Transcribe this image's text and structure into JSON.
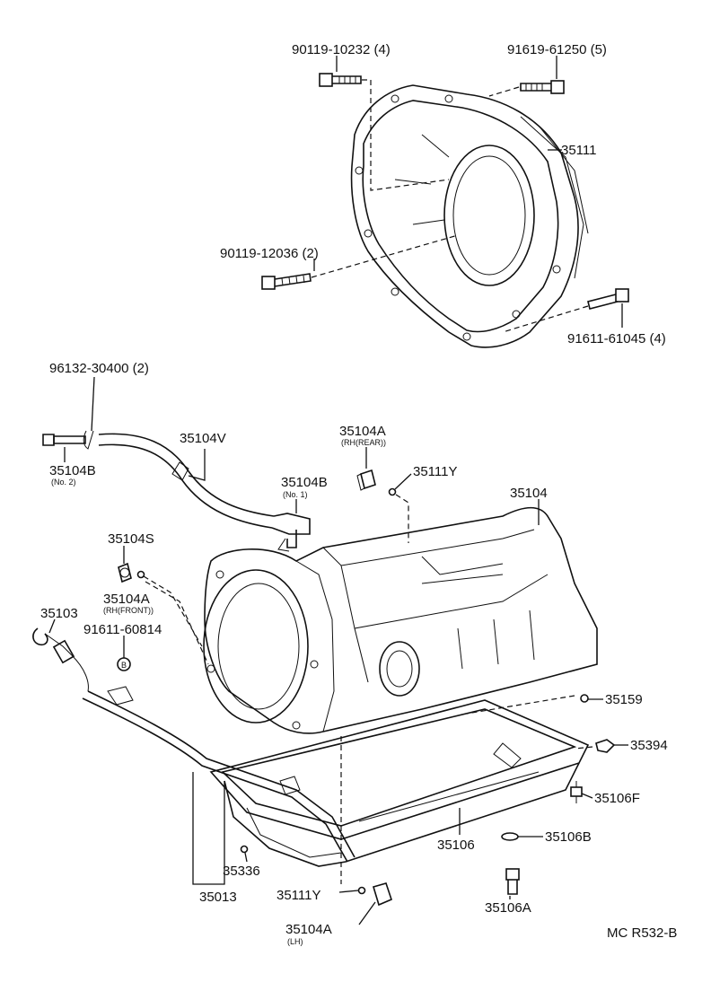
{
  "labels": {
    "p_90119_10232": "90119-10232 (4)",
    "p_91619_61250": "91619-61250 (5)",
    "p_35111": "35111",
    "p_90119_12036": "90119-12036 (2)",
    "p_91611_61045": "91611-61045 (4)",
    "p_96132_30400": "96132-30400 (2)",
    "p_35104V": "35104V",
    "p_35104A_rhrear": "35104A",
    "p_35104A_rhrear_sub": "(RH(REAR))",
    "p_35111Y_top": "35111Y",
    "p_35104B_no2": "35104B",
    "p_35104B_no2_sub": "(No. 2)",
    "p_35104B_no1": "35104B",
    "p_35104B_no1_sub": "(No. 1)",
    "p_35104": "35104",
    "p_35104S": "35104S",
    "p_35104A_rhfront": "35104A",
    "p_35104A_rhfront_sub": "(RH(FRONT))",
    "p_35103": "35103",
    "p_91611_60814": "91611-60814",
    "p_B_circle": "B",
    "p_35159": "35159",
    "p_35394": "35394",
    "p_35106F": "35106F",
    "p_35106B": "35106B",
    "p_35106": "35106",
    "p_35336": "35336",
    "p_35013": "35013",
    "p_35111Y_bottom": "35111Y",
    "p_35104A_lh": "35104A",
    "p_35104A_lh_sub": "(LH)",
    "p_35106A": "35106A",
    "ref_code": "MC R532-B"
  }
}
